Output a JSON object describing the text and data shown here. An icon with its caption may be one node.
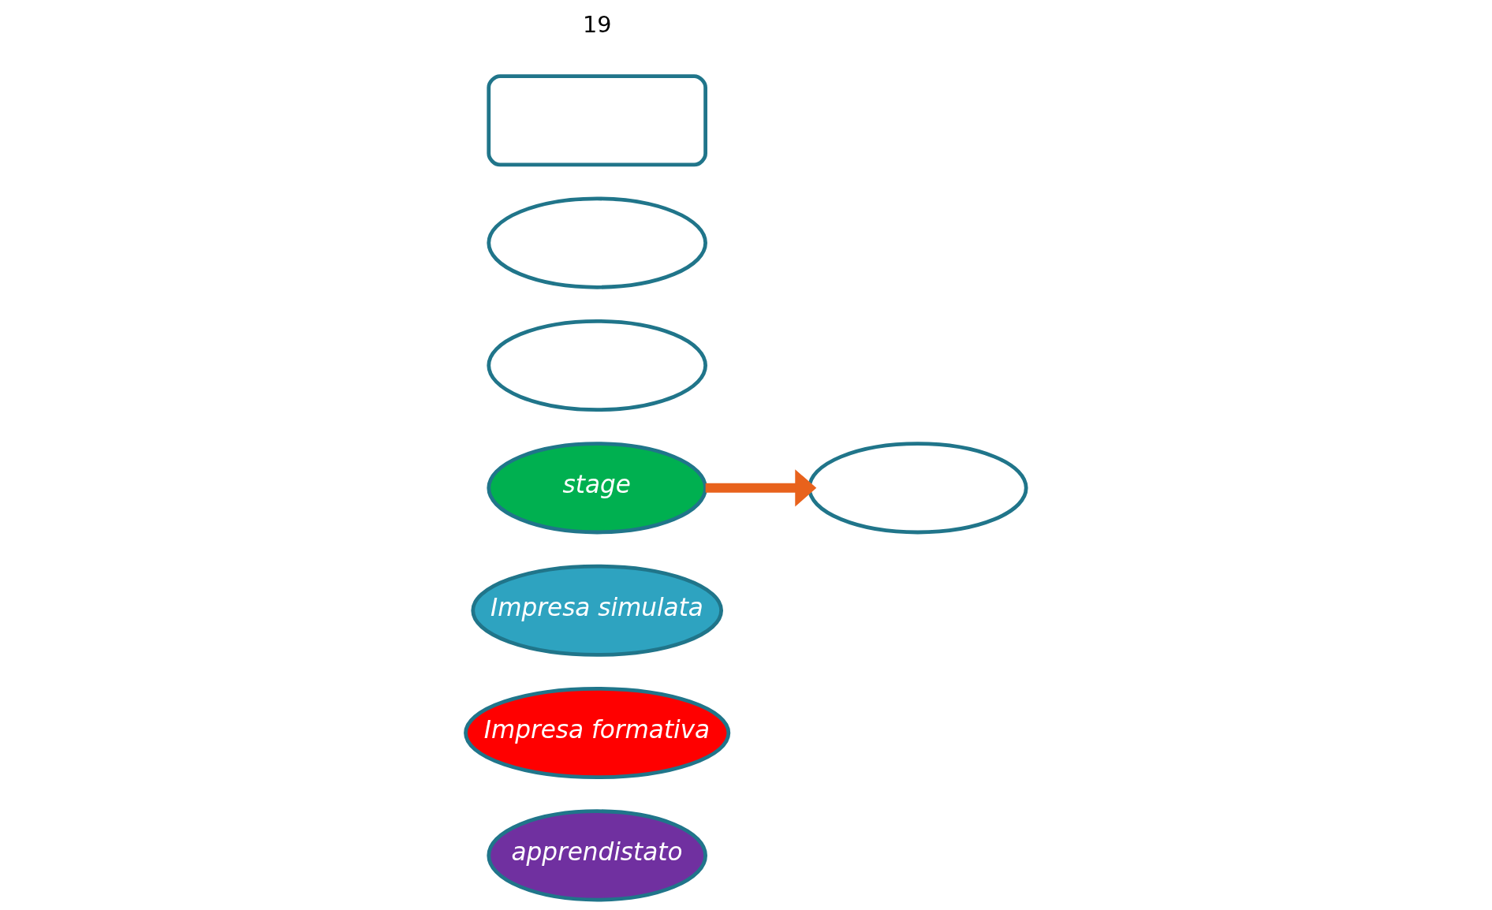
{
  "diagram": {
    "nodes": [
      {
        "text": [
          "apprendistato"
        ]
      },
      {
        "text": [
          "Impresa formativa"
        ]
      },
      {
        "text": [
          "Impresa simulata"
        ]
      },
      {
        "text": [
          "stage"
        ]
      },
      {
        "text": [],
        "shape": "ellipse"
      },
      {
        "text": [],
        "shape": "ellipse"
      },
      {
        "text": [],
        "shape": "ellipse"
      },
      {
        "text": [],
        "shape": "box"
      }
    ],
    "edges": [
      {
        "from": 3,
        "to": 4,
        "arrow": "to"
      }
    ],
    "labels": [
      "19"
    ]
  }
}
